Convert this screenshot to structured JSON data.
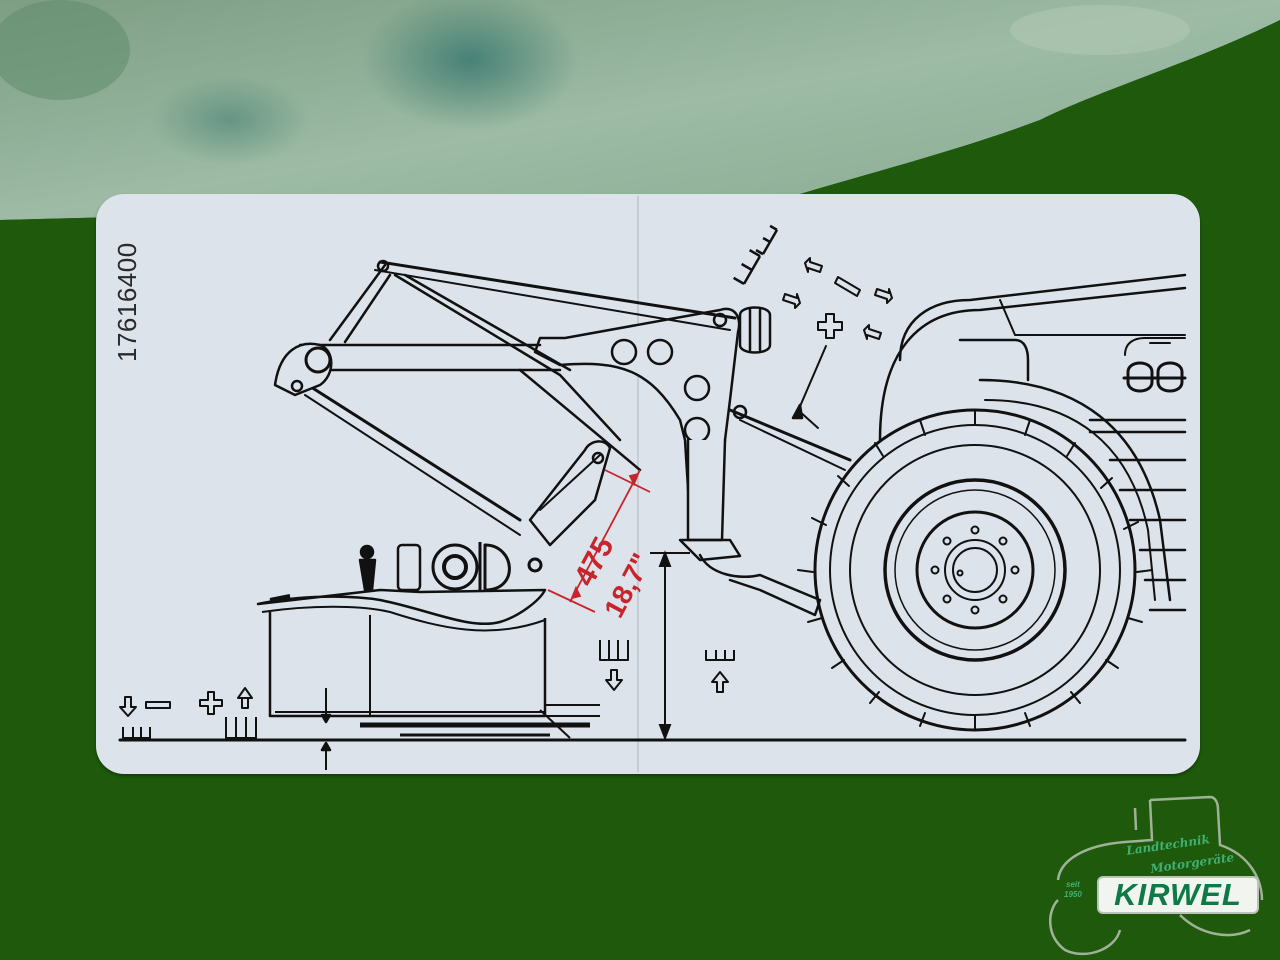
{
  "scene": {
    "description": "Photograph of a white technical decal on glossy green painted metal, showing a front loader mounted on a tractor with a working tool",
    "background_color": "#1f5a0c",
    "reflection_color": "#8fb49a",
    "sticker_color": "#dde3ea",
    "line_color": "#111111",
    "accent_color": "#c8242c"
  },
  "sticker": {
    "part_number": "17616400",
    "dimension": {
      "metric": "475",
      "imperial": "18,7\""
    },
    "symbols": {
      "top_right": [
        "wide-fork-icon",
        "wide-fork-icon",
        "arrow-up-left-icon",
        "minus-icon",
        "arrow-down-right-icon",
        "arrow-down-right-icon",
        "plus-icon",
        "arrow-up-left-icon"
      ],
      "bottom_left": [
        "arrow-down-icon",
        "minus-icon",
        "plus-icon",
        "arrow-up-icon"
      ],
      "center": [
        "fork-icon",
        "arrow-down-icon",
        "fork-icon",
        "arrow-up-icon"
      ]
    }
  },
  "logo": {
    "brand": "KIRWEL",
    "script_line1": "Landtechnik",
    "script_line2": "Motorgeräte",
    "since_line1": "seit",
    "since_line2": "1950"
  }
}
